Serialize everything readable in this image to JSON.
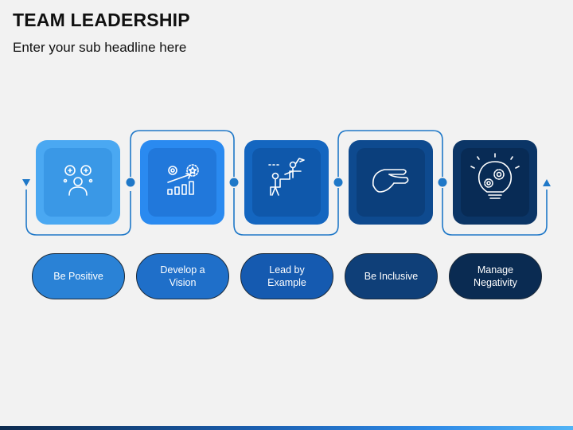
{
  "header": {
    "title": "TEAM LEADERSHIP",
    "subtitle": "Enter your sub headline here"
  },
  "steps": [
    {
      "label": "Be Positive",
      "icon": "people-positive-icon",
      "outer": "#4aa8f2",
      "inner": "#3a98e6",
      "pill": "#2a82d6"
    },
    {
      "label": "Develop a\nVision",
      "icon": "growth-vision-icon",
      "outer": "#2a8af0",
      "inner": "#2178db",
      "pill": "#1f6fc9"
    },
    {
      "label": "Lead by\nExample",
      "icon": "leader-stairs-icon",
      "outer": "#1466c0",
      "inner": "#0f58ab",
      "pill": "#155ab0"
    },
    {
      "label": "Be Inclusive",
      "icon": "handshake-icon",
      "outer": "#0e4a8f",
      "inner": "#0b3f7c",
      "pill": "#0f3f78"
    },
    {
      "label": "Manage\nNegativity",
      "icon": "brain-gears-icon",
      "outer": "#0b3566",
      "inner": "#082b55",
      "pill": "#0a2b52"
    }
  ],
  "colors": {
    "connector": "#1f78c8",
    "arrow": "#1f78c8",
    "background": "#f2f2f2"
  }
}
